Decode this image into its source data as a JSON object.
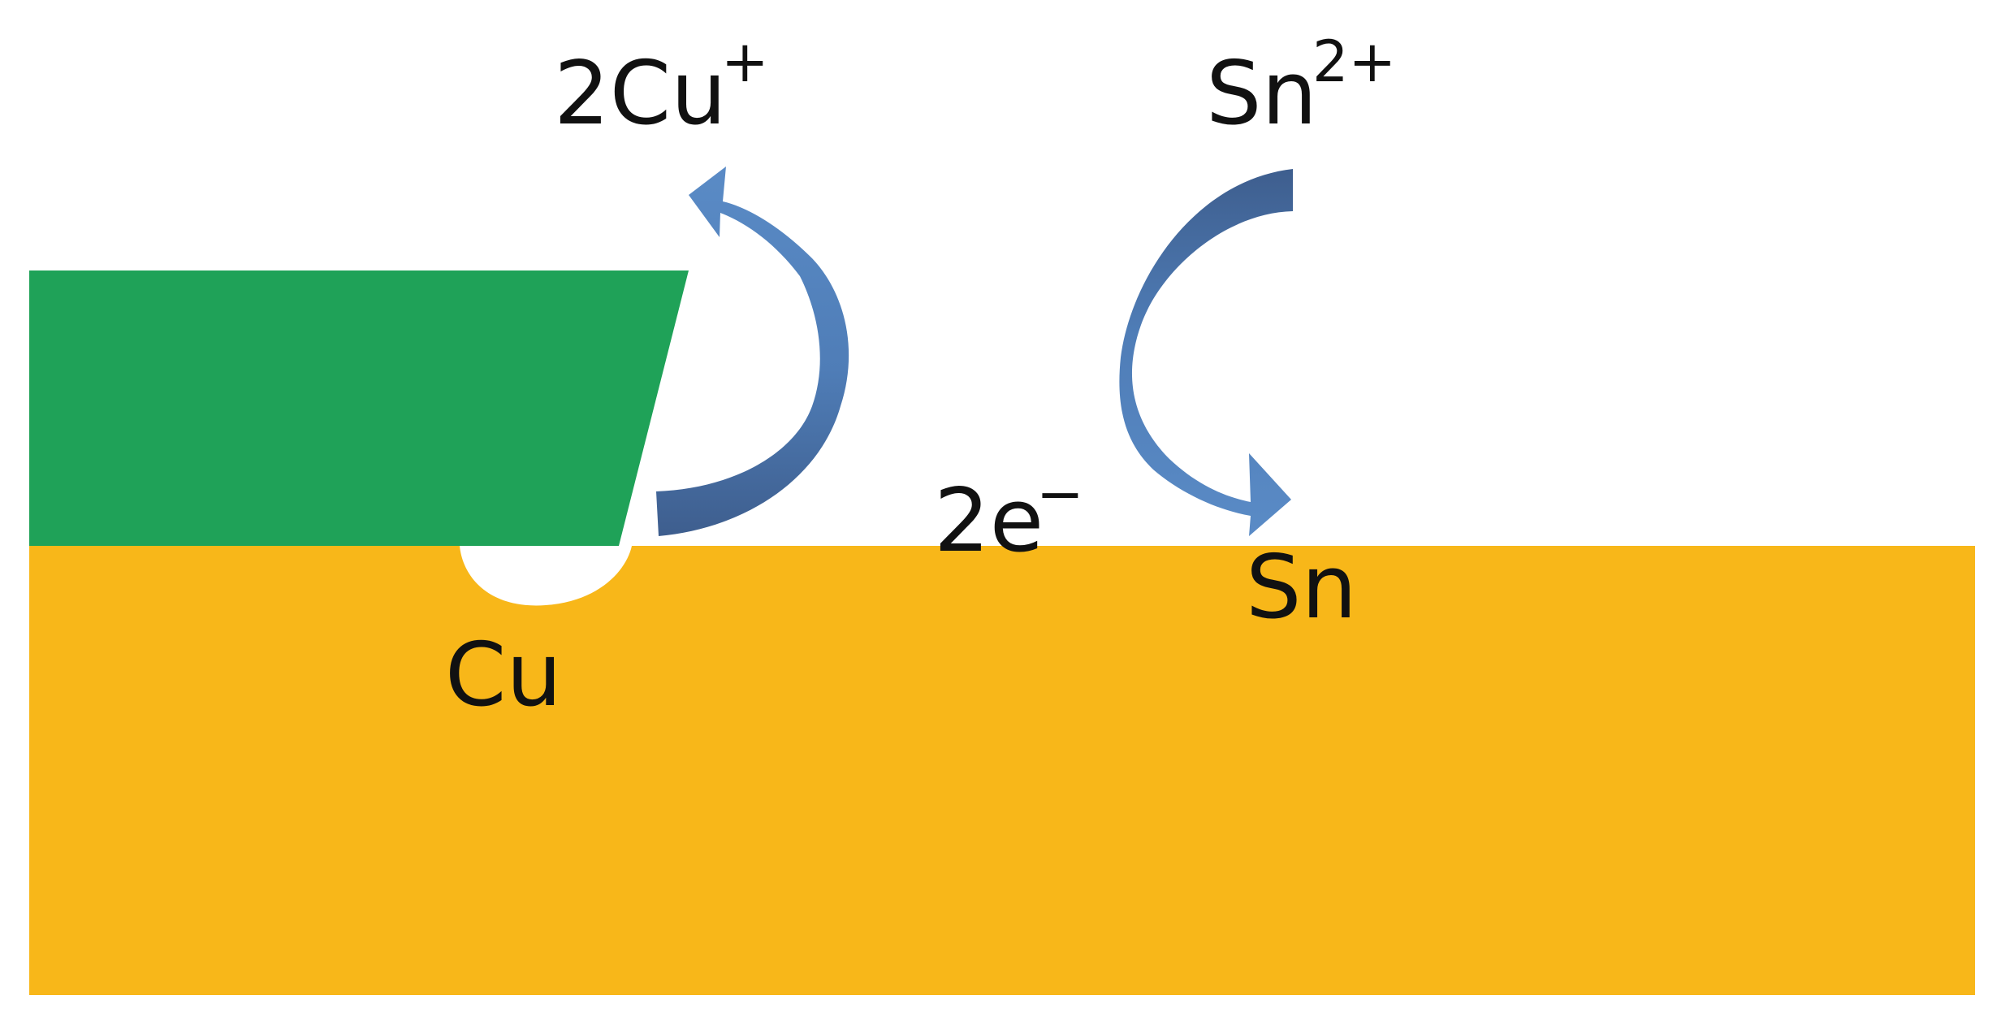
{
  "diagram": {
    "colors": {
      "substrate": "#F8B719",
      "mask": "#1FA258",
      "arrow": "#4F7DB7",
      "arrow_shade": "#3F5F90",
      "pit": "#FFFFFF",
      "text": "#111111"
    },
    "labels": {
      "cu_ion": {
        "base": "2Cu",
        "charge": "+"
      },
      "sn_ion": {
        "base": "Sn",
        "charge": "2+"
      },
      "electrons": {
        "base": "2e",
        "charge": "−"
      },
      "sn_metal": "Sn",
      "cu_metal": "Cu"
    },
    "arrows": {
      "cu_oxidation": "curved-arrow-up-left-icon",
      "sn_reduction": "curved-arrow-down-right-icon"
    }
  }
}
